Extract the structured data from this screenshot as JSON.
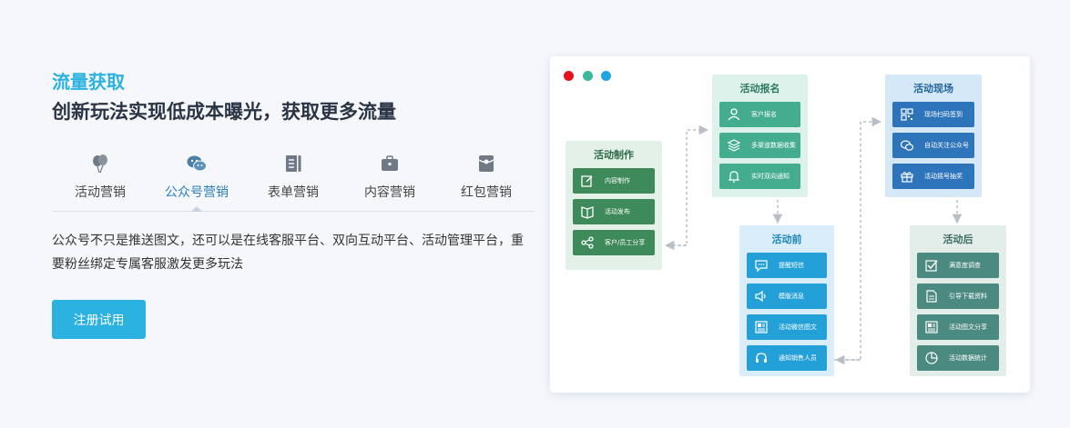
{
  "heading": {
    "kicker": "流量获取",
    "title": "创新玩法实现低成本曝光，获取更多流量"
  },
  "tabs": [
    {
      "label": "活动营销",
      "icon": "balloons-icon",
      "active": false
    },
    {
      "label": "公众号营销",
      "icon": "wechat-icon",
      "active": true
    },
    {
      "label": "表单营销",
      "icon": "form-icon",
      "active": false
    },
    {
      "label": "内容营销",
      "icon": "briefcase-icon",
      "active": false
    },
    {
      "label": "红包营销",
      "icon": "red-packet-icon",
      "active": false
    }
  ],
  "description": "公众号不只是推送图文，还可以是在线客服平台、双向互动平台、活动管理平台，重要粉丝绑定专属客服激发更多玩法",
  "cta": {
    "label": "注册试用"
  },
  "colors": {
    "accent": "#2bb2e0",
    "window_dots": [
      "#e8101b",
      "#3bb89a",
      "#1fa6dc"
    ]
  },
  "diagram": {
    "activity_production": {
      "title": "活动制作",
      "items": [
        {
          "label": "内容制作",
          "icon": "edit-icon"
        },
        {
          "label": "活动发布",
          "icon": "book-icon"
        },
        {
          "label": "客户/员工分享",
          "icon": "share-icon"
        }
      ]
    },
    "activity_signup": {
      "title": "活动报名",
      "items": [
        {
          "label": "客户报名",
          "icon": "users-icon"
        },
        {
          "label": "多渠道数据收集",
          "icon": "layers-icon"
        },
        {
          "label": "实时双向通知",
          "icon": "bell-icon"
        }
      ]
    },
    "activity_before": {
      "title": "活动前",
      "items": [
        {
          "label": "提醒短信",
          "icon": "sms-icon"
        },
        {
          "label": "模版消息",
          "icon": "speaker-icon"
        },
        {
          "label": "活动微信图文",
          "icon": "article-icon"
        },
        {
          "label": "通知销售人员",
          "icon": "headset-icon"
        }
      ]
    },
    "activity_onsite": {
      "title": "活动现场",
      "items": [
        {
          "label": "现场扫码签到",
          "icon": "qrcode-icon"
        },
        {
          "label": "自动关注公众号",
          "icon": "wechat-icon"
        },
        {
          "label": "活动摇号抽奖",
          "icon": "gift-icon"
        }
      ]
    },
    "activity_after": {
      "title": "活动后",
      "items": [
        {
          "label": "满意度调查",
          "icon": "checkbox-icon"
        },
        {
          "label": "引导下载资料",
          "icon": "document-icon"
        },
        {
          "label": "活动图文分享",
          "icon": "article-icon"
        },
        {
          "label": "活动数据统计",
          "icon": "pie-chart-icon"
        }
      ]
    }
  }
}
